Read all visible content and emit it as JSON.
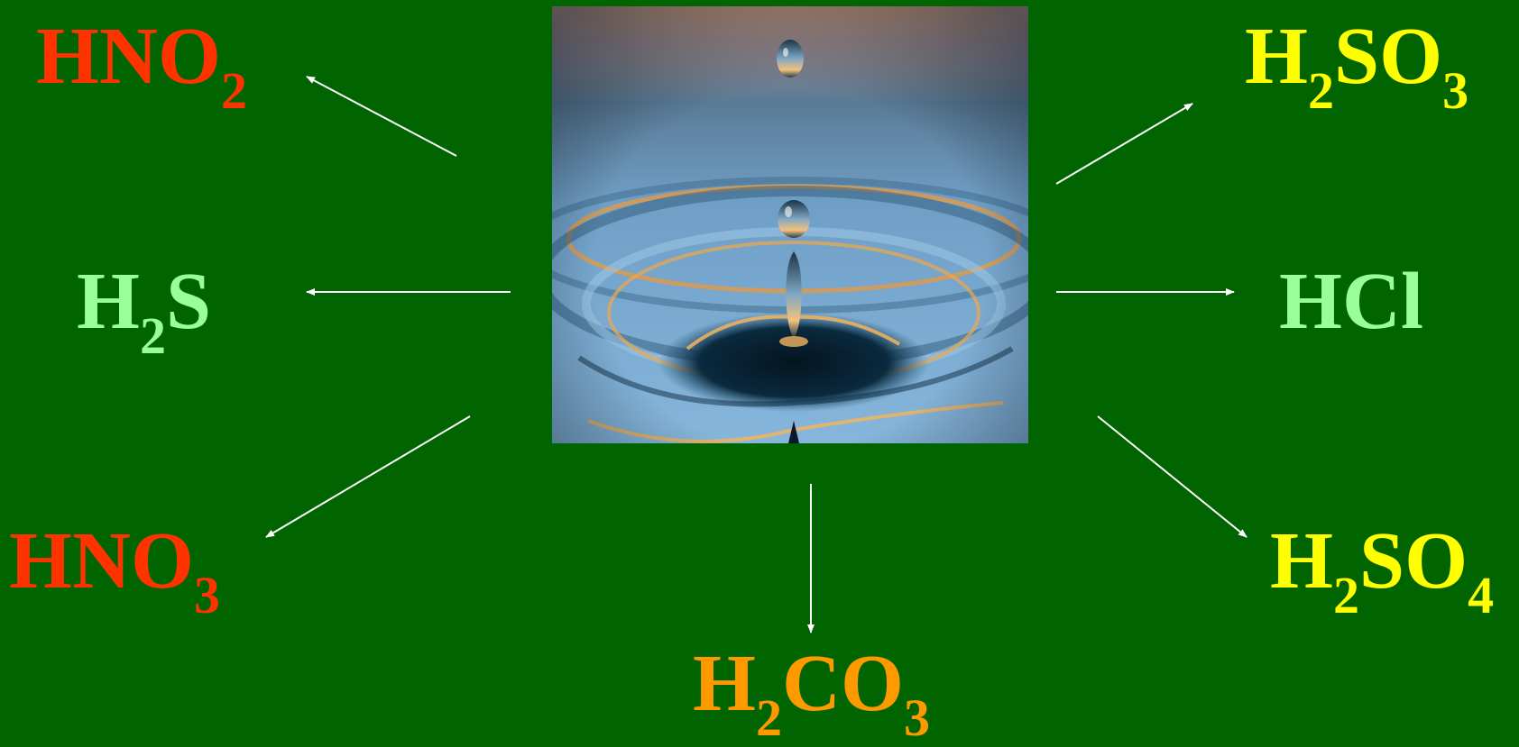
{
  "center_image": {
    "subject": "water drop splash with ripples",
    "colors": {
      "sky_top": "#c89a7e",
      "sky_mid": "#5a7a95",
      "water_light": "#86b6dc",
      "water_dark": "#082232",
      "ripple_highlight": "#f0a64a"
    }
  },
  "formulas": [
    {
      "id": "hno2",
      "parts": [
        {
          "t": "HNO"
        },
        {
          "t": "2",
          "sub": true
        }
      ],
      "color": "#ff3300"
    },
    {
      "id": "h2s",
      "parts": [
        {
          "t": "H"
        },
        {
          "t": "2",
          "sub": true
        },
        {
          "t": "S"
        }
      ],
      "color": "#99ff99"
    },
    {
      "id": "hno3",
      "parts": [
        {
          "t": "HNO"
        },
        {
          "t": "3",
          "sub": true
        }
      ],
      "color": "#ff3300"
    },
    {
      "id": "h2so3",
      "parts": [
        {
          "t": "H"
        },
        {
          "t": "2",
          "sub": true
        },
        {
          "t": "SO"
        },
        {
          "t": "3",
          "sub": true
        }
      ],
      "color": "#ffff00"
    },
    {
      "id": "hcl",
      "parts": [
        {
          "t": "HCl"
        }
      ],
      "color": "#99ff99"
    },
    {
      "id": "h2so4",
      "parts": [
        {
          "t": "H"
        },
        {
          "t": "2",
          "sub": true
        },
        {
          "t": "SO"
        },
        {
          "t": "4",
          "sub": true
        }
      ],
      "color": "#ffff00"
    },
    {
      "id": "h2co3",
      "parts": [
        {
          "t": "H"
        },
        {
          "t": "2",
          "sub": true
        },
        {
          "t": "CO"
        },
        {
          "t": "3",
          "sub": true
        }
      ],
      "color": "#ff9900"
    }
  ],
  "arrows": [
    {
      "to": "hno2"
    },
    {
      "to": "h2s"
    },
    {
      "to": "hno3"
    },
    {
      "to": "h2so3"
    },
    {
      "to": "hcl"
    },
    {
      "to": "h2so4"
    },
    {
      "to": "h2co3"
    }
  ],
  "colors": {
    "background": "#006400",
    "arrow": "#ffffff"
  }
}
